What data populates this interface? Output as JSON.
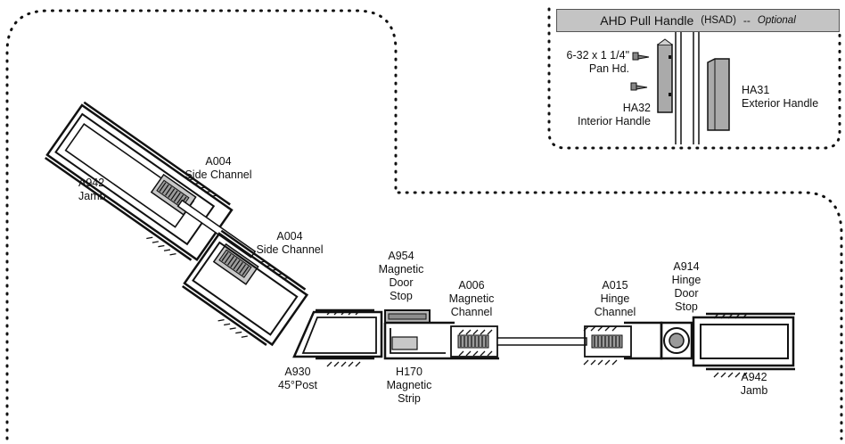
{
  "inset": {
    "title": "AHD Pull Handle",
    "code": "(HSAD)",
    "separator": "--",
    "optional": "Optional",
    "screw_label": [
      "6-32 x 1 1/4\"",
      "Pan Hd."
    ],
    "interior_label": [
      "HA32",
      "Interior  Handle"
    ],
    "exterior_label": [
      "HA31",
      "Exterior Handle"
    ]
  },
  "labels": {
    "jamb_left": [
      "A942",
      "Jamb"
    ],
    "side_channel_upper": [
      "A004",
      "Side Channel"
    ],
    "side_channel_lower": [
      "A004",
      "Side Channel"
    ],
    "post": [
      "A930",
      "45°Post"
    ],
    "door_stop": [
      "A954",
      "Magnetic",
      "Door",
      "Stop"
    ],
    "magnetic_channel": [
      "A006",
      "Magnetic",
      "Channel"
    ],
    "magnetic_strip": [
      "H170",
      "Magnetic",
      "Strip"
    ],
    "hinge_channel": [
      "A015",
      "Hinge",
      "Channel"
    ],
    "hinge_door_stop": [
      "A914",
      "Hinge",
      "Door",
      "Stop"
    ],
    "jamb_right": [
      "A942",
      "Jamb"
    ]
  },
  "colors": {
    "line": "#1a1a1a",
    "metal": "#b0b0b0",
    "inset_header": "#c4c4c4"
  }
}
